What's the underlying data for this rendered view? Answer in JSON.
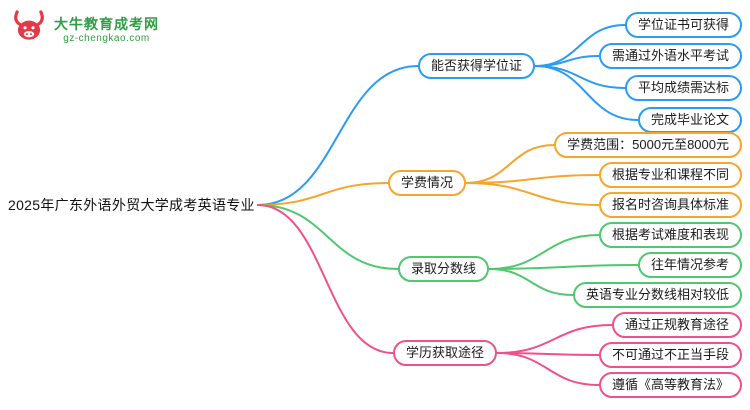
{
  "logo": {
    "title": "大牛教育成考网",
    "subtitle": "gz-chengkao.com"
  },
  "root": {
    "label": "2025年广东外语外贸大学成考英语专业"
  },
  "branches": [
    {
      "label": "能否获得学位证",
      "color": "#2b9cf2",
      "children": [
        "学位证书可获得",
        "需通过外语水平考试",
        "平均成绩需达标",
        "完成毕业论文"
      ]
    },
    {
      "label": "学费情况",
      "color": "#f6a52d",
      "children": [
        "学费范围：5000元至8000元",
        "根据专业和课程不同",
        "报名时咨询具体标准"
      ]
    },
    {
      "label": "录取分数线",
      "color": "#4fc86f",
      "children": [
        "根据考试难度和表现",
        "往年情况参考",
        "英语专业分数线相对较低"
      ]
    },
    {
      "label": "学历获取途径",
      "color": "#f0508c",
      "children": [
        "通过正规教育途径",
        "不可通过不正当手段",
        "遵循《高等教育法》"
      ]
    }
  ]
}
